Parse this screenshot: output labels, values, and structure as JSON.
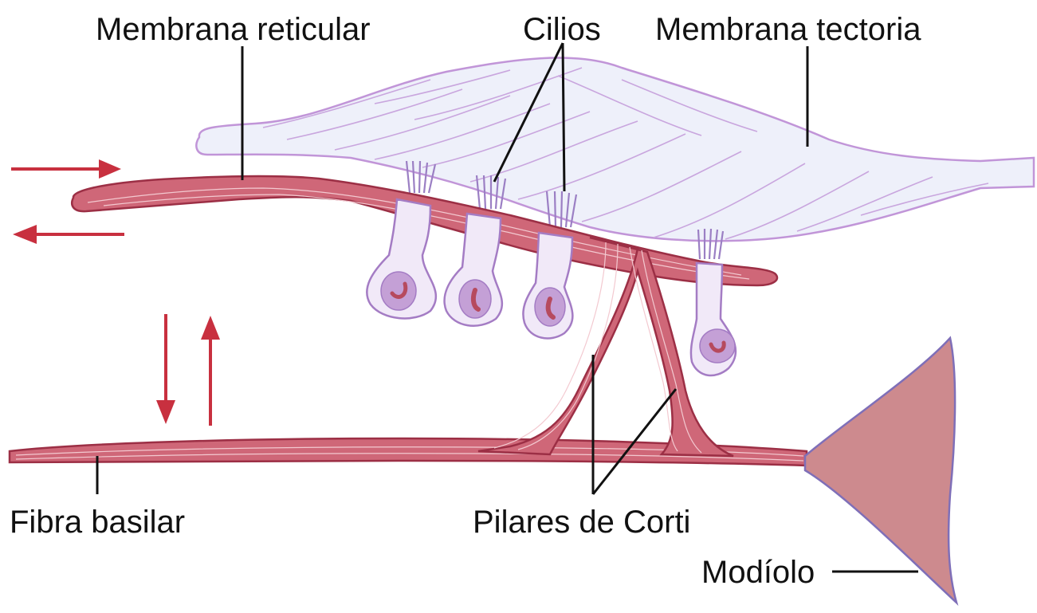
{
  "labels": {
    "reticular_membrane": "Membrana reticular",
    "cilia": "Cilios",
    "tectorial_membrane": "Membrana tectoria",
    "basilar_fiber": "Fibra basilar",
    "pillars_of_corti": "Pilares de Corti",
    "modiolus": "Modíolo"
  },
  "colors": {
    "tissue_fill": "#cf6778",
    "tissue_stroke": "#9c2f45",
    "tectorial_fill": "#eef0fa",
    "tectorial_stroke": "#c195d8",
    "cell_fill": "#f1e9f8",
    "cell_stroke": "#a47cc4",
    "nucleus_fill": "#c4a0d6",
    "nucleolus_fill": "#b64a5e",
    "modiolus_fill": "#cd8a8e",
    "modiolus_stroke": "#7f6fb8",
    "arrow": "#c8303f",
    "leader_line": "#111111"
  },
  "icons": [
    "arrow-right-icon",
    "arrow-left-icon",
    "arrow-down-icon",
    "arrow-up-icon"
  ]
}
